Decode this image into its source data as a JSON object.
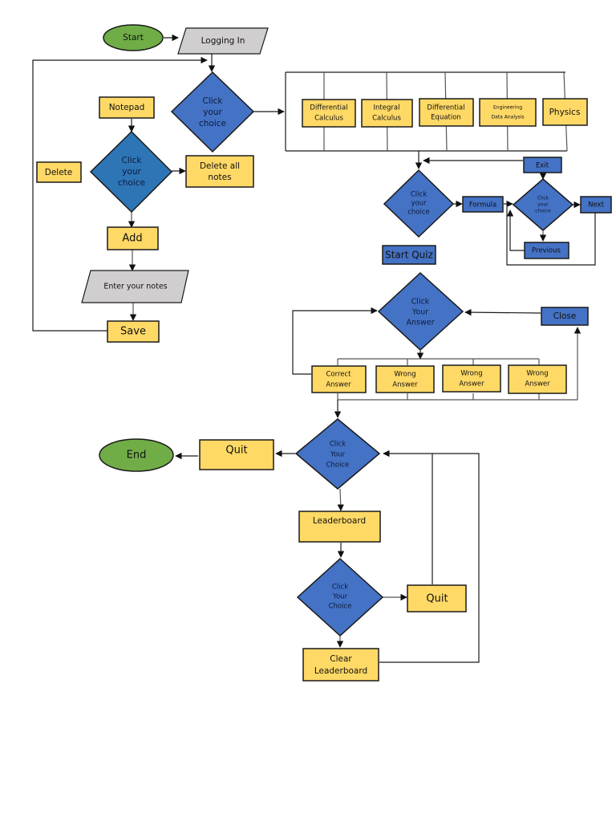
{
  "diagram": {
    "colors": {
      "process": "#FFD966",
      "decision": "#4472C4",
      "decision_alt": "#2E75B6",
      "terminator": "#70AD47",
      "io": "#D0CECE",
      "line": "#1a1a1a"
    },
    "start": "Start",
    "logging_in": "Logging In",
    "main_choice": [
      "Click",
      "your",
      "choice"
    ],
    "notepad": {
      "title": "Notepad",
      "choice": [
        "Click",
        "your",
        "choice"
      ],
      "delete": "Delete",
      "delete_all": [
        "Delete all",
        "notes"
      ],
      "add": "Add",
      "enter_notes": "Enter your notes",
      "save": "Save"
    },
    "subjects": [
      [
        "Differential",
        "Calculus"
      ],
      [
        "Integral",
        "Calculus"
      ],
      [
        "Differential",
        "Equation"
      ],
      [
        "Engineering",
        "Data Analysis"
      ],
      [
        "Physics"
      ]
    ],
    "subject_choice": [
      "Click",
      "your",
      "choice"
    ],
    "formula": "Formula",
    "formula_choice": [
      "Click",
      "your",
      "choice"
    ],
    "exit": "Exit",
    "next": "Next",
    "previous": "Previous",
    "start_quiz": "Start Quiz",
    "answer_choice": [
      "Click",
      "Your",
      "Answer"
    ],
    "close": "Close",
    "answers": [
      [
        "Correct",
        "Answer"
      ],
      [
        "Wrong",
        "Answer"
      ],
      [
        "Wrong",
        "Answer"
      ],
      [
        "Wrong",
        "Answer"
      ]
    ],
    "final_choice": [
      "Click",
      "Your",
      "Choice"
    ],
    "quit": "Quit",
    "end": "End",
    "leaderboard": "Leaderboard",
    "leaderboard_choice": [
      "Click",
      "Your",
      "Choice"
    ],
    "leaderboard_quit": "Quit",
    "clear_leaderboard": [
      "Clear",
      "Leaderboard"
    ]
  }
}
